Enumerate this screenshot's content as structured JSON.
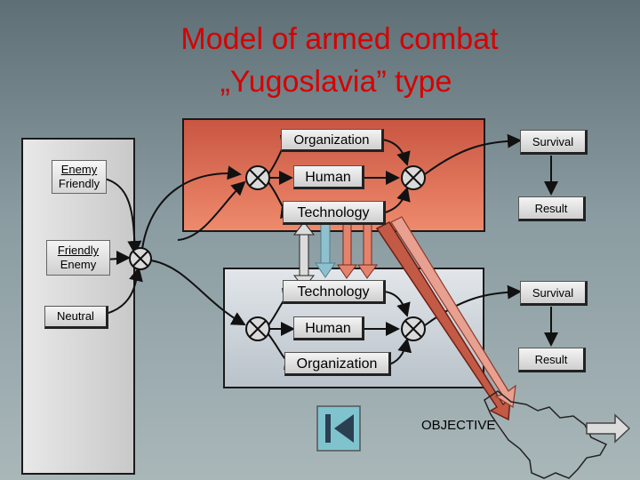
{
  "title": {
    "line1": "Model of armed combat",
    "line2": "„Yugoslavia” type"
  },
  "left_panel": {
    "top_label_line1": "Enemy",
    "top_label_line2": "Friendly",
    "middle_label_line1": "Friendly",
    "middle_label_line2": "Enemy",
    "bottom_label": "Neutral"
  },
  "top_block": {
    "organization": "Organization",
    "human": "Human",
    "technology": "Technology",
    "survival": "Survival",
    "result": "Result"
  },
  "bottom_block": {
    "technology": "Technology",
    "human": "Human",
    "organization": "Organization",
    "survival": "Survival",
    "result": "Result"
  },
  "objective_label": "OBJECTIVE",
  "icons": [
    "junction-icon",
    "previous-slide-icon",
    "next-slide-icon",
    "region-map-icon"
  ],
  "colors": {
    "title": "#d60000",
    "top_panel": "#e07a5f",
    "bottom_panel": "#cfd6dc",
    "left_panel": "#dcdcdc",
    "arrow_blue": "#7fb3c2",
    "arrow_red": "#c0392b"
  }
}
